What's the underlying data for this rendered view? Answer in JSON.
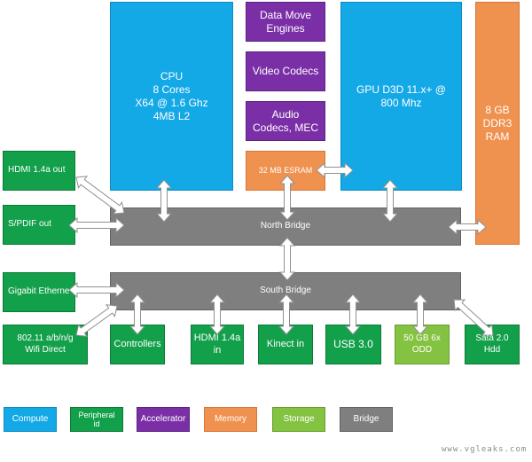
{
  "blocks": {
    "cpu": "CPU\n8 Cores\nX64 @ 1.6 Ghz\n4MB L2",
    "data_move": "Data Move\nEngines",
    "video_codecs": "Video Codecs",
    "audio_codecs": "Audio\nCodecs, MEC",
    "esram": "32 MB ESRAM",
    "gpu": "GPU D3D 11.x+ @\n800 Mhz",
    "ddr3": "8 GB\nDDR3\nRAM",
    "north_bridge": "North Bridge",
    "south_bridge": "South Bridge",
    "hdmi_out": "HDMI 1.4a out",
    "spdif_out": "S/PDIF out",
    "gigabit": "Gigabit Etherne",
    "wifi": "802.11 a/b/n/g\nWifi Direct",
    "controllers": "Controllers",
    "hdmi_in": "HDMI 1.4a\nin",
    "kinect_in": "Kinect in",
    "usb": "USB 3.0",
    "odd": "50 GB 6x\nODD",
    "hdd": "Sata 2.0\nHdd"
  },
  "legend": {
    "compute": "Compute",
    "peripheral": "Peripheral\nid",
    "accelerator": "Accelerator",
    "memory": "Memory",
    "storage": "Storage",
    "bridge": "Bridge"
  },
  "colors": {
    "compute": "#13a8e6",
    "peripheral": "#13a04a",
    "accelerator": "#7a2fa6",
    "memory": "#ef914f",
    "storage": "#84c241",
    "bridge": "#7f7f7f"
  },
  "watermark": "www.vgleaks.com"
}
